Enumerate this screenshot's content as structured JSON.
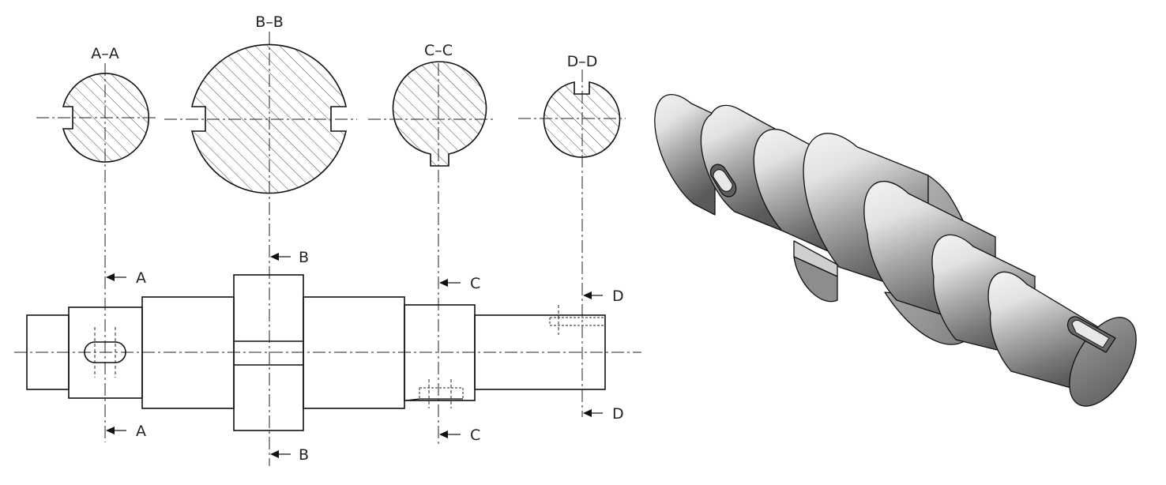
{
  "sections": {
    "aa": "A–A",
    "bb": "B–B",
    "cc": "C–C",
    "dd": "D–D"
  },
  "cut_markers": {
    "a": "A",
    "b": "B",
    "c": "C",
    "d": "D"
  },
  "colors": {
    "line": "#111111",
    "hatch": "#333333",
    "metal_light": "#f2f2f2",
    "metal_dark": "#6e6e6e"
  }
}
